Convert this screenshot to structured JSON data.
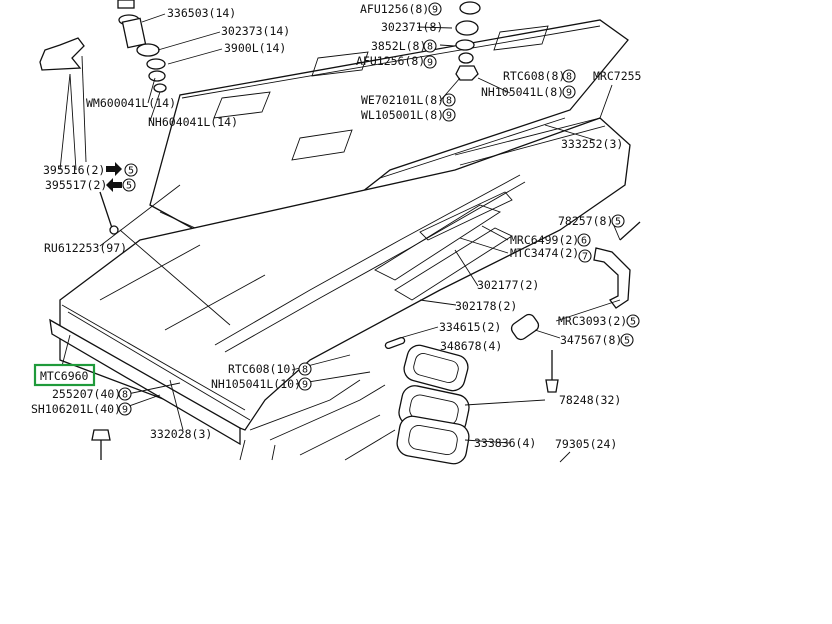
{
  "highlight": {
    "label": "MTC6960",
    "color": "#1f9a3a"
  },
  "parts": [
    {
      "id": "p1",
      "label": "336503(14)"
    },
    {
      "id": "p2",
      "label": "302373(14)"
    },
    {
      "id": "p3",
      "label": "3900L(14)"
    },
    {
      "id": "p4",
      "label": "WM600041L(14)"
    },
    {
      "id": "p5",
      "label": "NH604041L(14)"
    },
    {
      "id": "p6",
      "label": "AFU1256(8)",
      "callout": "9"
    },
    {
      "id": "p7",
      "label": "302371(8)"
    },
    {
      "id": "p8",
      "label": "3852L(8)",
      "callout": "8"
    },
    {
      "id": "p9",
      "label": "AFU1256(8)",
      "callout": "9"
    },
    {
      "id": "p10",
      "label": "RTC608(8)",
      "callout": "8"
    },
    {
      "id": "p11",
      "label": "MRC7255"
    },
    {
      "id": "p12",
      "label": "NH105041L(8)",
      "callout": "9"
    },
    {
      "id": "p13",
      "label": "WE702101L(8)",
      "callout": "8"
    },
    {
      "id": "p14",
      "label": "WL105001L(8)",
      "callout": "9"
    },
    {
      "id": "p15",
      "label": "333252(3)"
    },
    {
      "id": "p16",
      "label": "395516(2)",
      "callout": "5"
    },
    {
      "id": "p17",
      "label": "395517(2)",
      "callout": "5"
    },
    {
      "id": "p18",
      "label": "RU612253(97)"
    },
    {
      "id": "p19",
      "label": "78257(8)",
      "callout": "5"
    },
    {
      "id": "p20",
      "label": "MRC6499(2)",
      "callout": "6"
    },
    {
      "id": "p21",
      "label": "MTC3474(2)",
      "callout": "7"
    },
    {
      "id": "p22",
      "label": "302177(2)"
    },
    {
      "id": "p23",
      "label": "302178(2)"
    },
    {
      "id": "p24",
      "label": "MRC3093(2)",
      "callout": "5"
    },
    {
      "id": "p25",
      "label": "334615(2)"
    },
    {
      "id": "p26",
      "label": "347567(8)",
      "callout": "5"
    },
    {
      "id": "p27",
      "label": "348678(4)"
    },
    {
      "id": "p28",
      "label": "RTC608(10)",
      "callout": "8"
    },
    {
      "id": "p29",
      "label": "NH105041L(10)",
      "callout": "9"
    },
    {
      "id": "p30",
      "label": "255207(40)",
      "callout": "8"
    },
    {
      "id": "p31",
      "label": "SH106201L(40)",
      "callout": "9"
    },
    {
      "id": "p32",
      "label": "78248(32)"
    },
    {
      "id": "p33",
      "label": "332028(3)"
    },
    {
      "id": "p34",
      "label": "333836(4)"
    },
    {
      "id": "p35",
      "label": "79305(24)"
    }
  ]
}
